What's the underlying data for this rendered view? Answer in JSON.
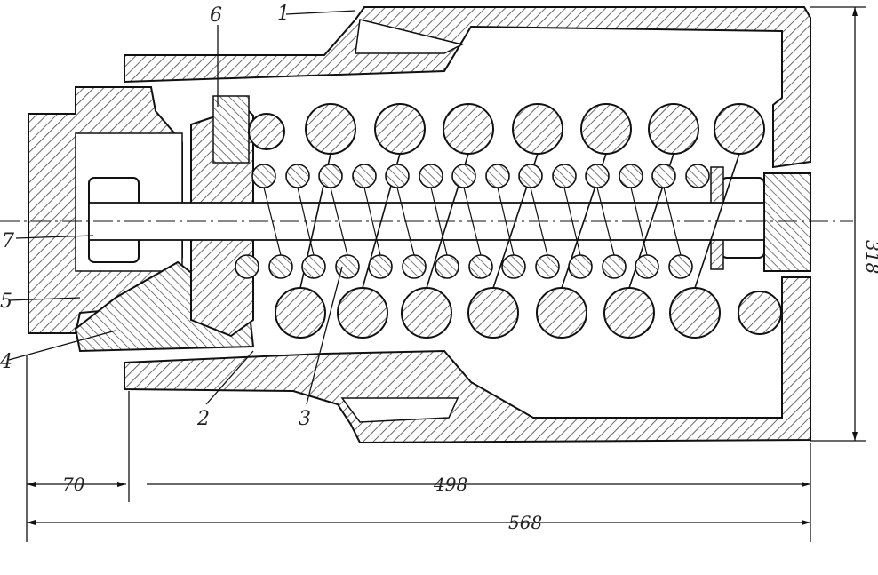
{
  "drawing": {
    "part_labels": {
      "p1": "1",
      "p2": "2",
      "p3": "3",
      "p4": "4",
      "p5": "5",
      "p6": "6",
      "p7": "7"
    },
    "dimensions": {
      "left_offset": "70",
      "housing_length": "498",
      "overall_length": "568",
      "height": "318"
    }
  }
}
